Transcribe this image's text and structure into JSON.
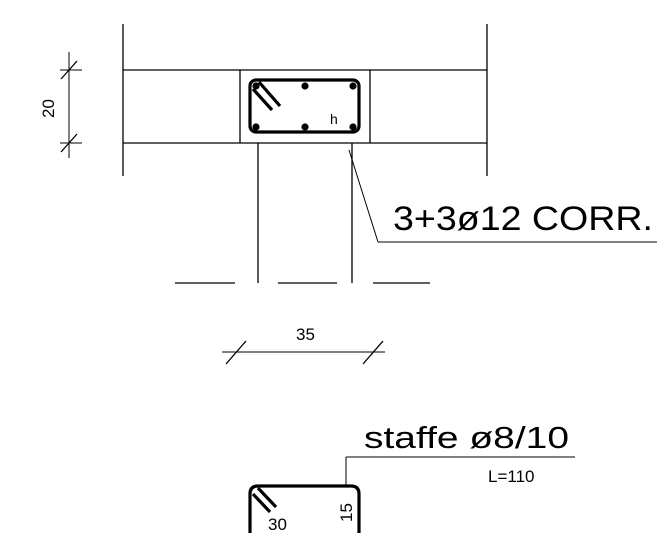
{
  "dimensions": {
    "height_label": "20",
    "width_label": "35"
  },
  "rebar": {
    "callout": "3+3ø12 CORR.",
    "hook_mark": "h"
  },
  "stirrup": {
    "title": "staffe ø8/10",
    "length": "L=110",
    "width_label": "30",
    "height_label": "15"
  }
}
